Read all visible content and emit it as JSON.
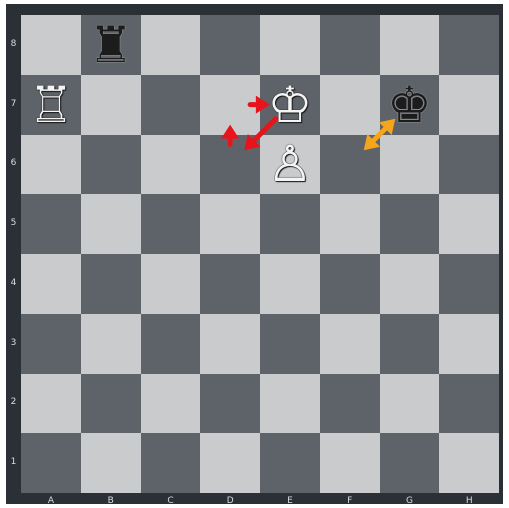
{
  "board": {
    "files": [
      "A",
      "B",
      "C",
      "D",
      "E",
      "F",
      "G",
      "H"
    ],
    "ranks": [
      "8",
      "7",
      "6",
      "5",
      "4",
      "3",
      "2",
      "1"
    ],
    "colors": {
      "light": "#c9cbcd",
      "dark": "#5d6369",
      "frame": "#2a3036"
    }
  },
  "pieces": [
    {
      "square": "b8",
      "color": "black",
      "type": "rook",
      "glyph": "♜"
    },
    {
      "square": "a7",
      "color": "white",
      "type": "rook",
      "glyph": "♖"
    },
    {
      "square": "e7",
      "color": "white",
      "type": "king",
      "glyph": "♔"
    },
    {
      "square": "g7",
      "color": "black",
      "type": "king",
      "glyph": "♚"
    },
    {
      "square": "e6",
      "color": "white",
      "type": "pawn",
      "glyph": "♙"
    }
  ],
  "arrows": [
    {
      "from": "d6",
      "to": "d7",
      "color": "#e8141c",
      "heads": "end"
    },
    {
      "from": "d7",
      "to": "e7",
      "color": "#e8141c",
      "heads": "end"
    },
    {
      "from": "e7",
      "to": "d6",
      "color": "#e8141c",
      "heads": "end"
    },
    {
      "from": "f6",
      "to": "g7",
      "color": "#f5a51c",
      "heads": "both"
    }
  ]
}
